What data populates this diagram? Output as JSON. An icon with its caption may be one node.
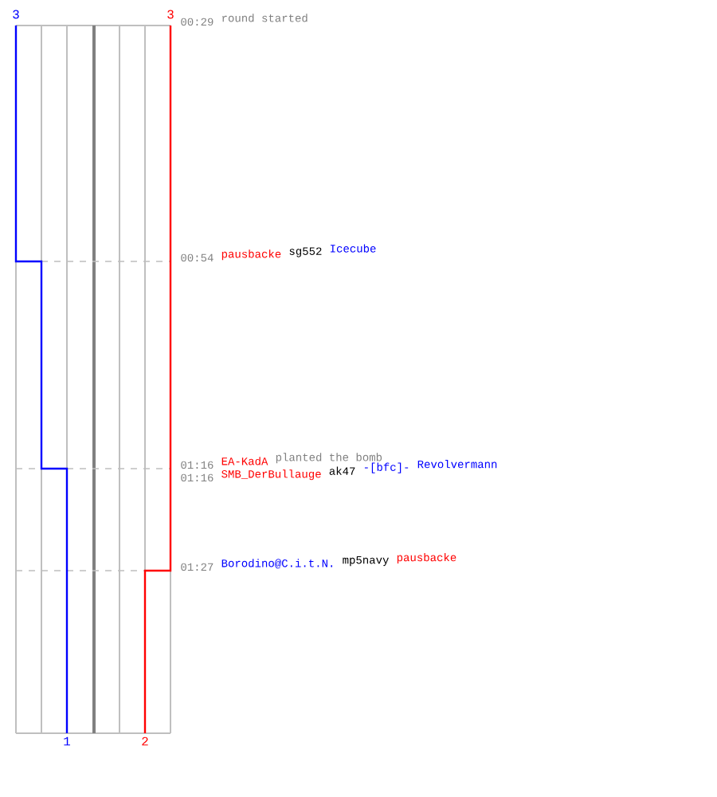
{
  "diagram": {
    "labels": [
      "3",
      "3",
      "00:29",
      "round started",
      "00:54",
      "pausbacke",
      "sg552",
      "Icecube",
      "01:16",
      "EA-KadA",
      "planted the bomb",
      "01:16",
      "SMB_DerBullauge",
      "ak47",
      "-[bfc]-",
      "Revolvermann",
      "01:27",
      "Borodino@C.i.t.N.",
      "mp5navy",
      "pausbacke",
      "1",
      "2"
    ]
  }
}
